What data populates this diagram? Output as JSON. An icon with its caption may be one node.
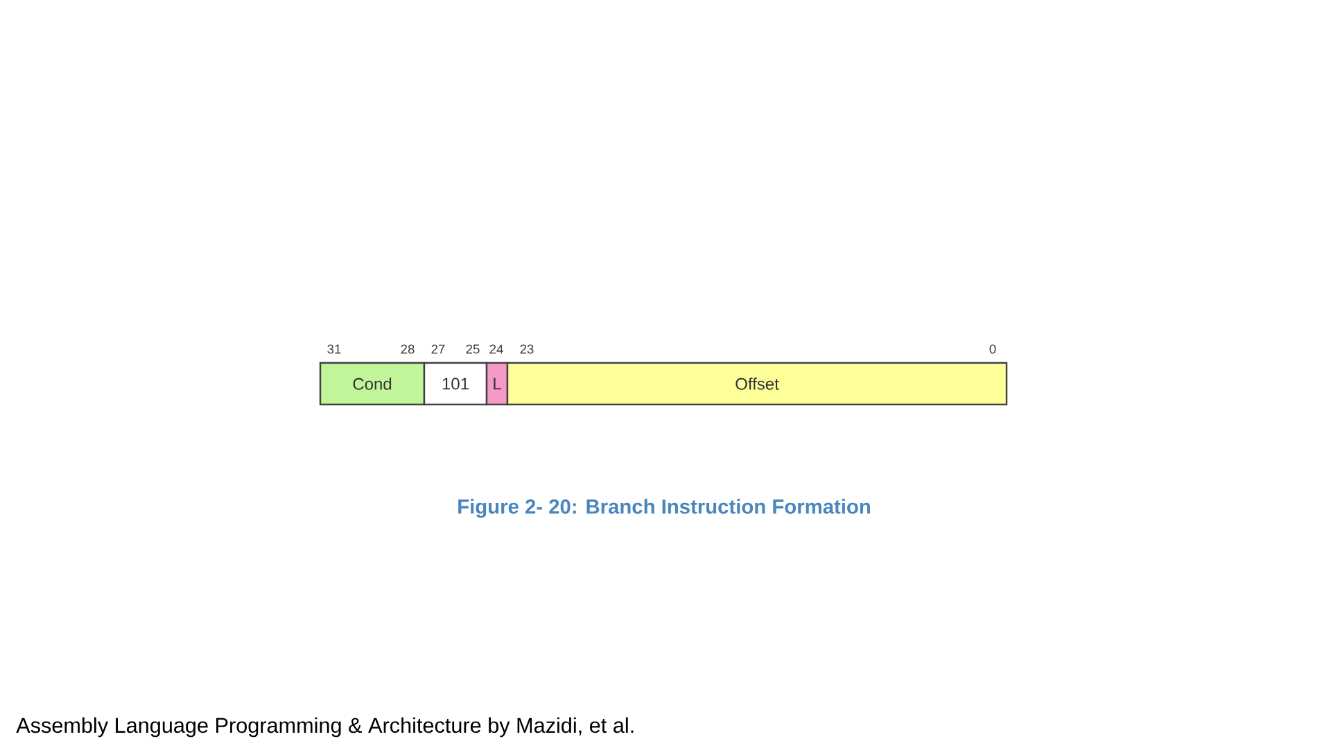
{
  "diagram": {
    "caption": "Figure 2- 20: Branch Instruction Formation",
    "nodes": [
      {
        "text": [
          "Cond"
        ]
      },
      {
        "text": [
          "101"
        ]
      },
      {
        "text": [
          "L"
        ]
      },
      {
        "text": [
          "Offset"
        ]
      }
    ],
    "labels": [
      "31",
      "28",
      "27",
      "25",
      "24",
      "23",
      "0",
      "Assembly Language Programming & Architecture by Mazidi, et al."
    ]
  }
}
